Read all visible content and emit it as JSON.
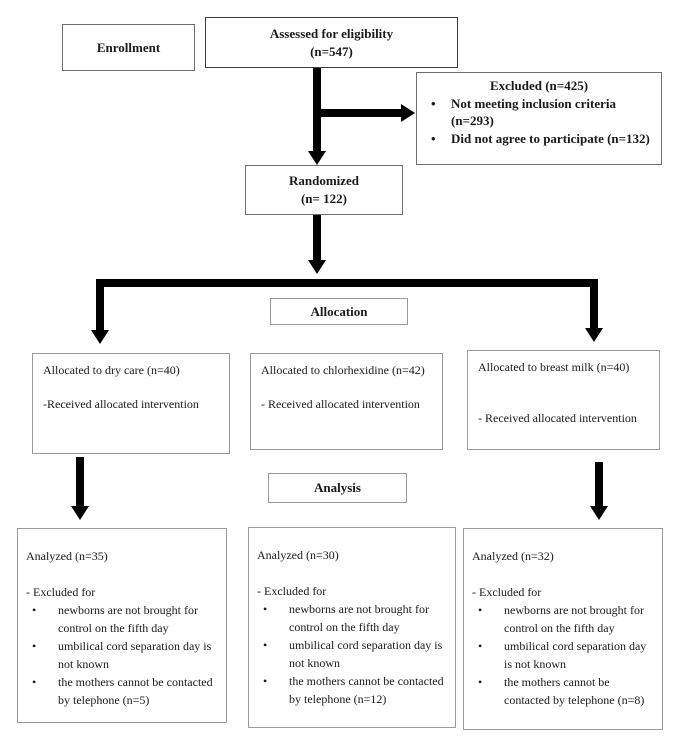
{
  "diagram": {
    "enrollment": {
      "label": "Enrollment"
    },
    "assessed": {
      "line1": "Assessed for eligibility",
      "line2": "(n=547)"
    },
    "excluded": {
      "title": "Excluded (n=425)",
      "bullets": [
        "Not meeting inclusion criteria (n=293)",
        "Did not agree to participate (n=132)"
      ]
    },
    "randomized": {
      "line1": "Randomized",
      "line2": "(n= 122)"
    },
    "allocation_label": "Allocation",
    "analysis_label": "Analysis",
    "allocation": [
      {
        "title": "Allocated to dry care (n=40)",
        "note": "-Received allocated intervention"
      },
      {
        "title": "Allocated to chlorhexidine (n=42)",
        "note": "- Received allocated intervention"
      },
      {
        "title": "Allocated to breast milk (n=40)",
        "note": "-  Received allocated intervention"
      }
    ],
    "analysis": [
      {
        "title": "Analyzed (n=35)",
        "excluded_label": "- Excluded for",
        "bullets": [
          "newborns are not brought for control on the fifth day",
          "umbilical cord separation day is not known",
          "the mothers cannot be contacted by telephone (n=5)"
        ]
      },
      {
        "title": "Analyzed (n=30)",
        "excluded_label": "- Excluded for",
        "bullets": [
          "newborns are not brought for control on the fifth day",
          "umbilical cord separation day is not known",
          "the mothers cannot be contacted by telephone (n=12)"
        ]
      },
      {
        "title": "Analyzed (n=32)",
        "excluded_label": "- Excluded for",
        "bullets": [
          "newborns are not brought for control on the fifth day",
          "umbilical cord separation day is not known",
          "the mothers cannot be contacted by telephone (n=8)"
        ]
      }
    ]
  }
}
